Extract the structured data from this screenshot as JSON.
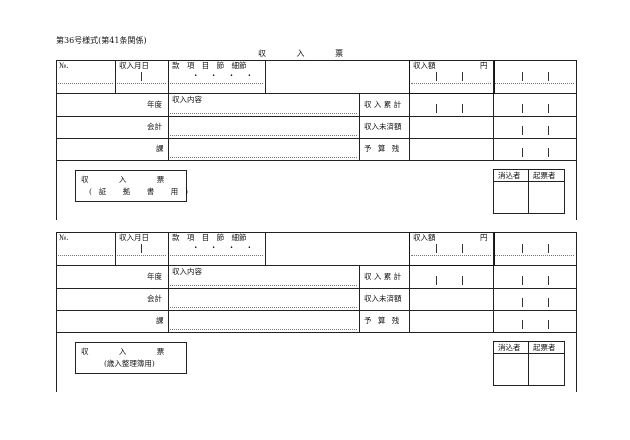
{
  "form_title": "第36号様式(第41条関係)",
  "slip_heading": "収 入 票",
  "header": {
    "number_label": "№.",
    "date_label": "収入月日",
    "category_label": "款 項 目 節 細節",
    "category_dots": "・ ・ ・ ・",
    "amount_label": "収入額",
    "yen_unit": "円"
  },
  "left_rows": [
    {
      "label": "年度"
    },
    {
      "label": "会計"
    },
    {
      "label": "課"
    }
  ],
  "content_label": "収入内容",
  "right_rows": [
    {
      "label": "収 入 累 計"
    },
    {
      "label": "収入未済額"
    },
    {
      "label": "予 算 残"
    }
  ],
  "stamps": {
    "erase_label": "消込者",
    "issuer_label": "起票者"
  },
  "sections": [
    {
      "box_line1": "収 入 票",
      "box_line2": "(証 拠 書 用)"
    },
    {
      "box_line1": "収 入 票",
      "box_line2": "(歳入整理簿用)"
    }
  ]
}
